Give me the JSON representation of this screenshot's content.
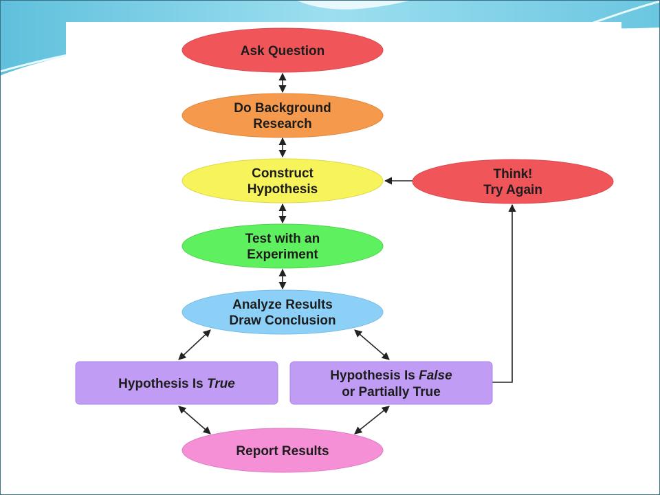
{
  "diagram": {
    "nodes": {
      "ask_question": {
        "line1": "Ask Question",
        "color": "#f0555a"
      },
      "background_research": {
        "line1": "Do Background",
        "line2": "Research",
        "color": "#f59a4d"
      },
      "construct_hypothesis": {
        "line1": "Construct",
        "line2": "Hypothesis",
        "color": "#f7f35a"
      },
      "test_experiment": {
        "line1": "Test with an",
        "line2": "Experiment",
        "color": "#5ff05f"
      },
      "analyze_results": {
        "line1": "Analyze Results",
        "line2": "Draw Conclusion",
        "color": "#8dd0f7"
      },
      "hypothesis_true": {
        "prefix": "Hypothesis Is ",
        "emphasis": "True",
        "color": "#c09cf5"
      },
      "hypothesis_false": {
        "prefix": "Hypothesis Is ",
        "emphasis": "False",
        "line2": "or Partially True",
        "color": "#c09cf5"
      },
      "think_again": {
        "line1": "Think!",
        "line2": "Try Again",
        "color": "#f0555a"
      },
      "report_results": {
        "line1": "Report Results",
        "color": "#f590d6"
      }
    }
  },
  "theme": {
    "slide_band_color": "#7fd0e6",
    "slide_band_light": "#c8eef7",
    "arrow_color": "#222222"
  }
}
